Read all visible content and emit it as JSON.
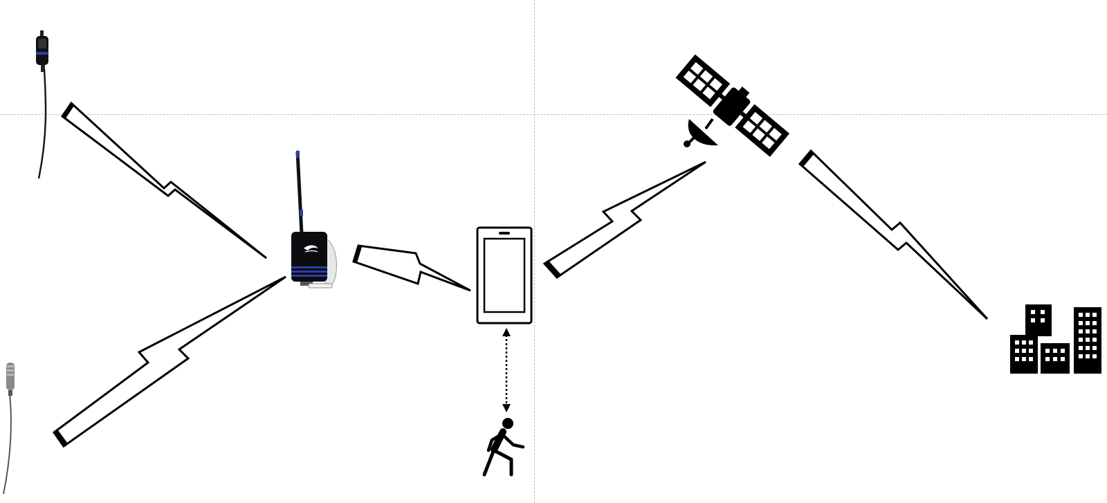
{
  "diagram": {
    "nodes": [
      {
        "id": "mic-upper",
        "icon": "lavalier-microphone-icon"
      },
      {
        "id": "mic-lower",
        "icon": "lavalier-microphone-icon"
      },
      {
        "id": "bodypack",
        "icon": "bodypack-transmitter-icon"
      },
      {
        "id": "phone",
        "icon": "smartphone-icon"
      },
      {
        "id": "person",
        "icon": "walking-person-icon"
      },
      {
        "id": "satellite",
        "icon": "satellite-icon"
      },
      {
        "id": "city",
        "icon": "buildings-icon"
      }
    ],
    "links": [
      {
        "from": "mic-upper",
        "to": "bodypack",
        "style": "wireless-bolt"
      },
      {
        "from": "mic-lower",
        "to": "bodypack",
        "style": "wireless-bolt"
      },
      {
        "from": "bodypack",
        "to": "phone",
        "style": "wireless-bolt"
      },
      {
        "from": "phone",
        "to": "satellite",
        "style": "wireless-bolt"
      },
      {
        "from": "satellite",
        "to": "city",
        "style": "wireless-bolt"
      },
      {
        "from": "phone",
        "to": "person",
        "style": "dotted-double-arrow"
      }
    ],
    "colors": {
      "stroke": "#000000",
      "accent_blue": "#2d3ea8",
      "guides": "#b8b8b8"
    }
  }
}
